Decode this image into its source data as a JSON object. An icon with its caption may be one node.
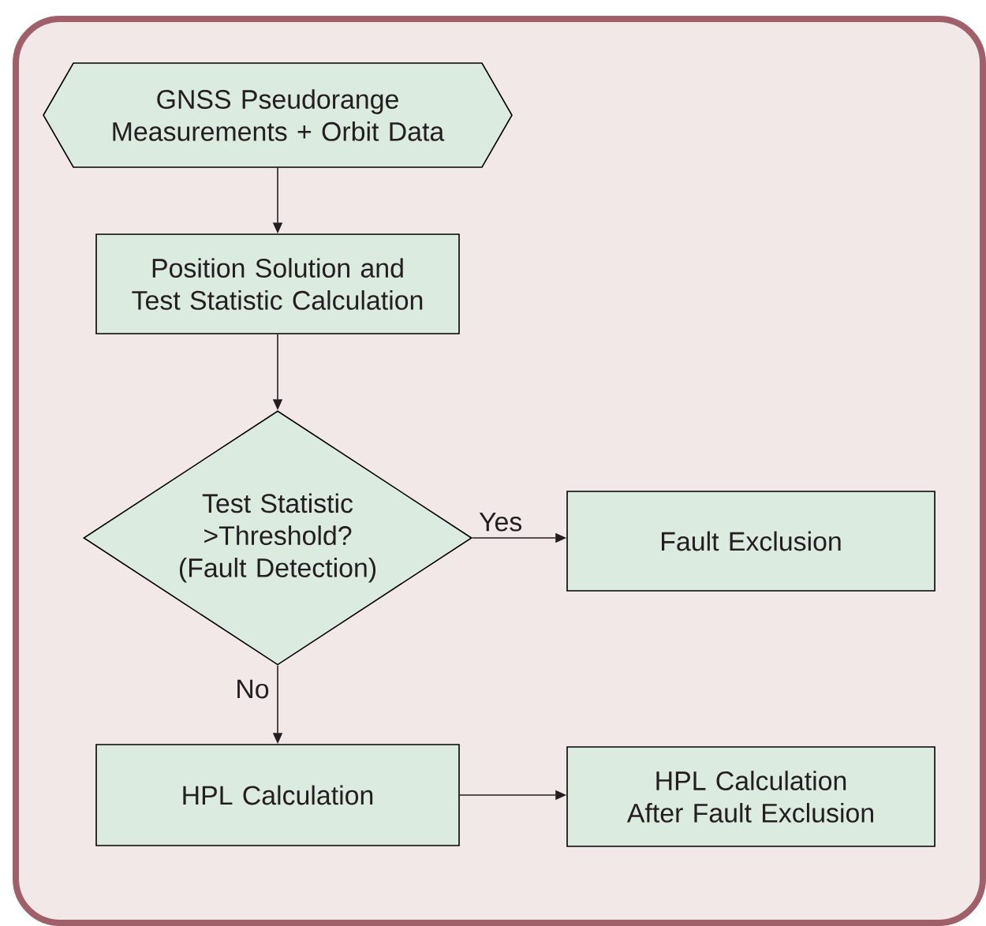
{
  "diagram": {
    "nodes": [
      {
        "text": [
          "GNSS Pseudorange Measurements + Orbit Data"
        ]
      },
      {
        "text": [
          "Position Solution and Test Statistic Calculation"
        ]
      },
      {
        "text": [
          "Test Statistic >Threshold? (Fault Detection)"
        ]
      },
      {
        "text": [
          "Fault Exclusion"
        ]
      },
      {
        "text": [
          "HPL Calculation"
        ]
      },
      {
        "text": [
          "HPL Calculation After Fault Exclusion"
        ]
      }
    ],
    "edges": [
      {
        "from": 0,
        "to": 1,
        "arrow": "to"
      },
      {
        "from": 1,
        "to": 2,
        "arrow": "to"
      },
      {
        "from": 2,
        "to": 3,
        "arrow": "to",
        "label": "Yes"
      },
      {
        "from": 2,
        "to": 4,
        "arrow": "to",
        "label": "No"
      },
      {
        "from": 4,
        "to": 5,
        "arrow": "to"
      }
    ]
  }
}
